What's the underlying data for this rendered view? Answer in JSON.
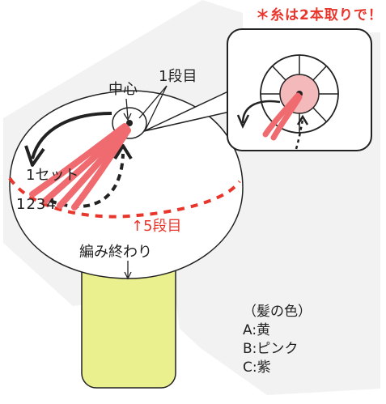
{
  "note": "＊糸は2本取りで！",
  "labels": {
    "round1": "1段目",
    "center": "中心",
    "one_set": "1セット",
    "strand_numbers": "1234",
    "round5": "↑5段目",
    "finish": "編み終わり"
  },
  "legend": {
    "heading": "（髪の色）",
    "items": [
      "A:黄",
      "B:ピンク",
      "C:紫"
    ]
  },
  "colors": {
    "accent_red": "#e8362c",
    "tassel_pink": "#ef6b6f",
    "body_fill": "#eaf08e",
    "background_shape": "#f2f2f2",
    "outline": "#222222"
  }
}
